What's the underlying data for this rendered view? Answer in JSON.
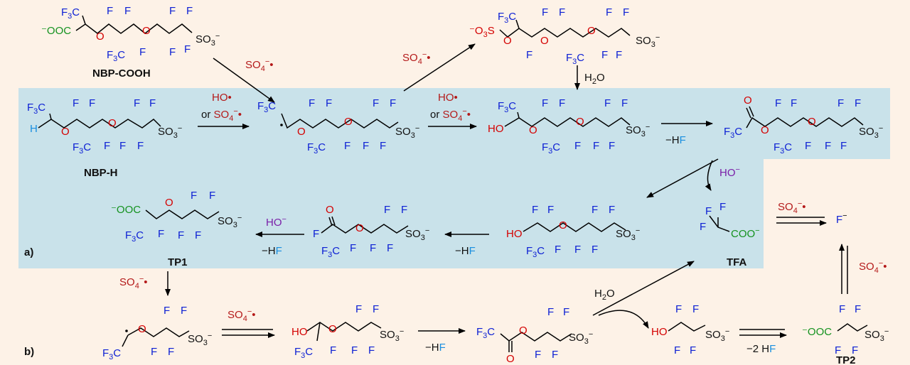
{
  "panel_labels": {
    "a": "a)",
    "b": "b)"
  },
  "compounds": {
    "nbp_cooh": "NBP-COOH",
    "nbp_h": "NBP-H",
    "tp1": "TP1",
    "tfa": "TFA",
    "tp2": "TP2"
  },
  "reagents": {
    "sulfate_radical": "SO4−•",
    "ho_radical": "HO•",
    "or_sulfate_radical": "or SO4−•",
    "water": "H2O",
    "hydroxide": "HO−",
    "minus_hf": "−HF",
    "minus_2hf": "−2 HF",
    "fluoride": "F−"
  },
  "atoms": {
    "F": "F",
    "F3C": "F3C",
    "O": "O",
    "H": "H",
    "HO": "HO",
    "SO3": "SO3−",
    "OOC": "−OOC",
    "COO": "COO−",
    "O3S": "−O3S"
  },
  "colors": {
    "panel_a_background": "#c9e2ea",
    "page_background": "#fdf2e7",
    "fluorine": "#0c1fd4",
    "oxygen": "#d40000",
    "carboxylate": "#14921f",
    "hydrogen": "#1a8fe0",
    "hydroxide": "#7a1fa8",
    "radical_reagent": "#b41919"
  }
}
